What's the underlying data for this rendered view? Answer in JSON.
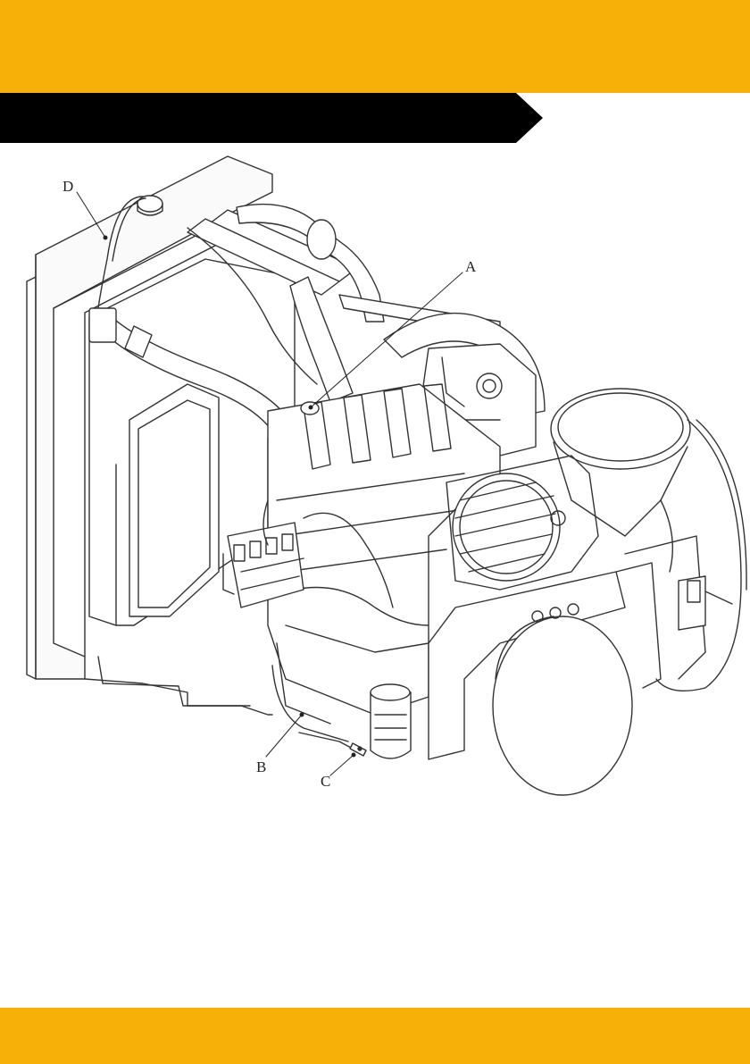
{
  "colors": {
    "accent": "#f7b008",
    "banner": "#000000",
    "line": "#333333"
  },
  "figure": {
    "subject": "engine-assembly-illustration",
    "callouts": [
      {
        "id": "a",
        "label": "A"
      },
      {
        "id": "b",
        "label": "B"
      },
      {
        "id": "c",
        "label": "C"
      },
      {
        "id": "d",
        "label": "D"
      }
    ]
  }
}
